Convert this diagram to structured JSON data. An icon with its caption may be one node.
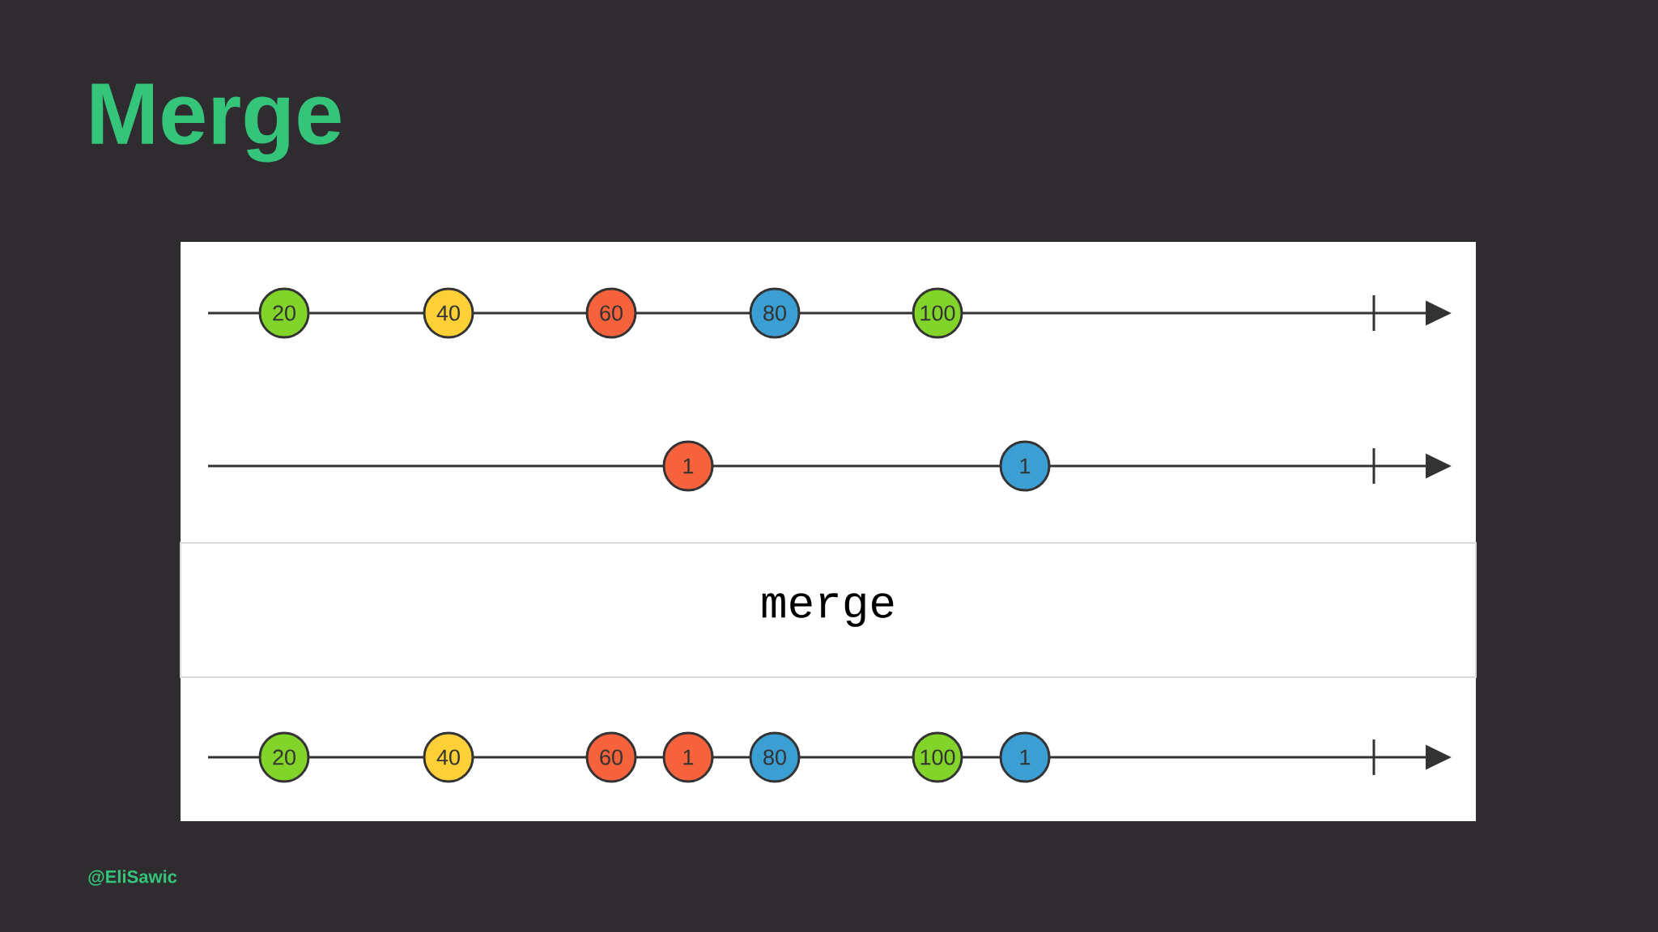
{
  "diagram": {
    "title": "Merge",
    "nodes": [
      {
        "text": [
          "20"
        ]
      },
      {
        "text": [
          "40"
        ]
      },
      {
        "text": [
          "60"
        ]
      },
      {
        "text": [
          "80"
        ]
      },
      {
        "text": [
          "100"
        ]
      },
      {
        "text": [
          "1"
        ]
      },
      {
        "text": [
          "1"
        ]
      },
      {
        "text": [
          "merge"
        ]
      },
      {
        "text": [
          "20"
        ]
      },
      {
        "text": [
          "40"
        ]
      },
      {
        "text": [
          "60"
        ]
      },
      {
        "text": [
          "1"
        ]
      },
      {
        "text": [
          "80"
        ]
      },
      {
        "text": [
          "100"
        ]
      },
      {
        "text": [
          "1"
        ]
      }
    ],
    "labels": [
      "@EliSawic"
    ]
  }
}
